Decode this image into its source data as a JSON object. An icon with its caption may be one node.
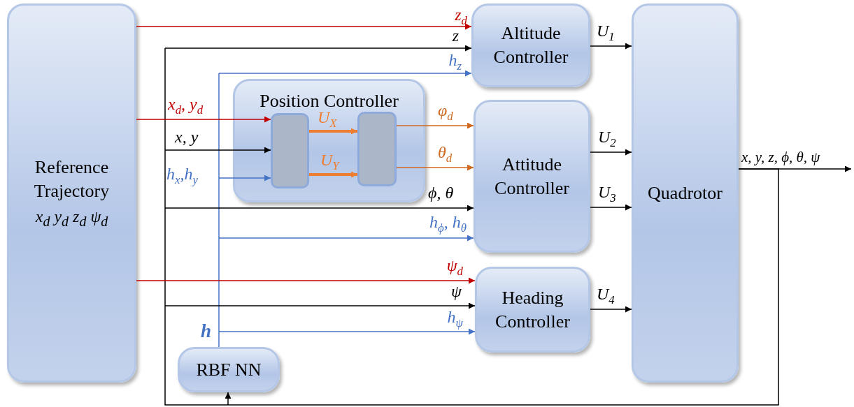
{
  "diagram": {
    "nodes": [
      {
        "text": [
          "Reference Trajectory",
          "x$_{d}$  y$_{d}$  z$_{d}$  ψ$_{d}$"
        ]
      },
      {
        "text": [
          "Altitude Controller"
        ]
      },
      {
        "text": [
          "Position Controller"
        ]
      },
      {
        "text": [],
        "shape": "box",
        "in": 2
      },
      {
        "text": [],
        "shape": "box",
        "in": 2
      },
      {
        "text": [
          "Attitude Controller"
        ]
      },
      {
        "text": [
          "Heading Controller"
        ]
      },
      {
        "text": [
          "Quadrotor"
        ]
      },
      {
        "text": [
          "RBF  NN"
        ]
      }
    ],
    "edges": [
      {
        "from": 0,
        "to": 1,
        "arrow": "to",
        "label": "z$_{d}$",
        "color": "#c00000"
      },
      {
        "from": 7,
        "to": 1,
        "arrow": "to",
        "label": "z"
      },
      {
        "from": 8,
        "to": 1,
        "arrow": "to",
        "label": "h$_{z}$",
        "color": "#4472c4"
      },
      {
        "from": 0,
        "to": 3,
        "arrow": "to",
        "label": "x$_{d}$, y$_{d}$",
        "color": "#c00000"
      },
      {
        "from": 7,
        "to": 3,
        "arrow": "to",
        "label": "x, y"
      },
      {
        "from": 8,
        "to": 3,
        "arrow": "to",
        "label": "h$_{x}$,h$_{y}$",
        "color": "#4472c4"
      },
      {
        "from": 3,
        "to": 4,
        "arrow": "to",
        "label": "U$_{X}$",
        "color": "#ed7d31",
        "style": "thick"
      },
      {
        "from": 3,
        "to": 4,
        "arrow": "to",
        "label": "U$_{Y}$",
        "color": "#ed7d31",
        "style": "thick"
      },
      {
        "from": 4,
        "to": 5,
        "arrow": "to",
        "label": "φ$_{d}$",
        "color": "#d0691f"
      },
      {
        "from": 4,
        "to": 5,
        "arrow": "to",
        "label": "θ$_{d}$",
        "color": "#d0691f"
      },
      {
        "from": 7,
        "to": 5,
        "arrow": "to",
        "label": "ϕ, θ"
      },
      {
        "from": 8,
        "to": 5,
        "arrow": "to",
        "label": "h$_{ϕ}$, h$_{θ}$",
        "color": "#4472c4"
      },
      {
        "from": 0,
        "to": 6,
        "arrow": "to",
        "label": "ψ$_{d}$",
        "color": "#c00000"
      },
      {
        "from": 7,
        "to": 6,
        "arrow": "to",
        "label": "ψ"
      },
      {
        "from": 8,
        "to": 6,
        "arrow": "to",
        "label": "h$_{ψ}$",
        "color": "#4472c4"
      },
      {
        "from": 7,
        "to": 8,
        "arrow": "to"
      },
      {
        "from": 1,
        "to": 7,
        "arrow": "to",
        "label": "U$_{1}$"
      },
      {
        "from": 5,
        "to": 7,
        "arrow": "to",
        "label": "U$_{2}$"
      },
      {
        "from": 5,
        "to": 7,
        "arrow": "to",
        "label": "U$_{3}$"
      },
      {
        "from": 6,
        "to": 7,
        "arrow": "to",
        "label": "U$_{4}$"
      },
      {
        "from": 7,
        "to": null,
        "arrow": "to",
        "label": "x, y, z, ϕ, θ, ψ"
      }
    ],
    "labels": [
      "h"
    ]
  }
}
